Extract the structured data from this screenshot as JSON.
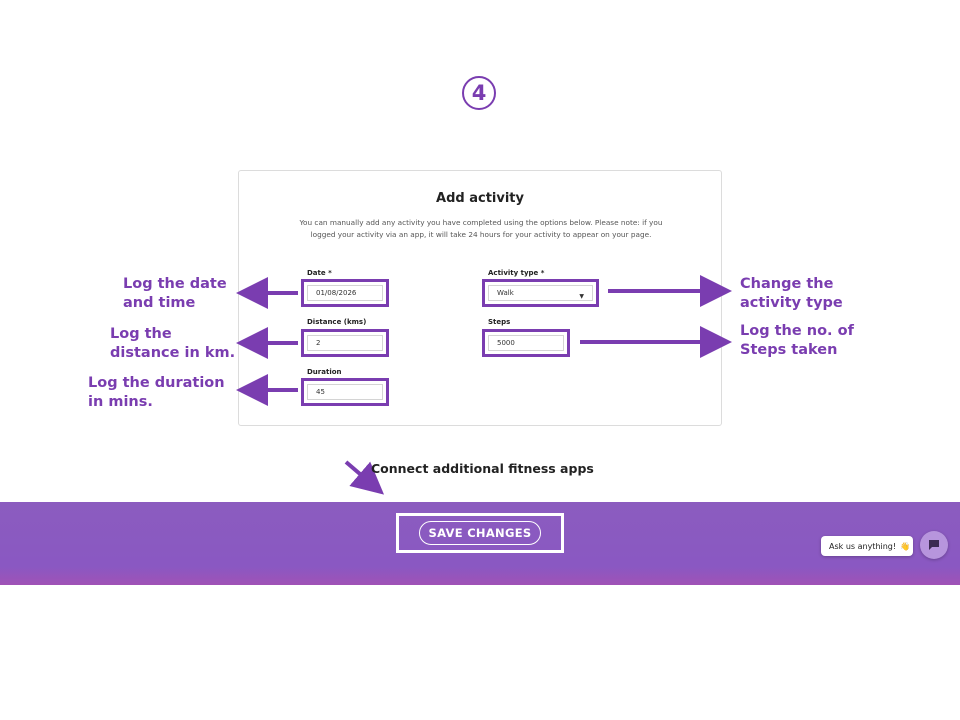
{
  "step_number": "4",
  "form": {
    "title": "Add activity",
    "description": "You can manually add any activity you have completed using the options below. Please note: if you logged your activity via an app, it will take 24 hours for your activity to appear on your page.",
    "date": {
      "label": "Date *",
      "value": "01/08/2026"
    },
    "activity_type": {
      "label": "Activity type *",
      "value": "Walk"
    },
    "distance": {
      "label": "Distance (kms)",
      "value": "2"
    },
    "steps": {
      "label": "Steps",
      "value": "5000"
    },
    "duration": {
      "label": "Duration",
      "value": "45"
    }
  },
  "annotations": {
    "date_line1": "Log the date",
    "date_line2": "and time",
    "distance_line1": "Log the",
    "distance_line2": "distance in km.",
    "duration_line1": "Log the duration",
    "duration_line2": "in mins.",
    "activity_line1": "Change the",
    "activity_line2": "activity type",
    "steps_line1": "Log the no. of",
    "steps_line2": "Steps taken",
    "connect": "Connect additional fitness apps"
  },
  "footer": {
    "save_label": "SAVE CHANGES",
    "chat_prompt": "Ask us anything!",
    "chat_emoji": "👋"
  },
  "colors": {
    "accent": "#7a3db0",
    "footer": "#8a58c2"
  }
}
